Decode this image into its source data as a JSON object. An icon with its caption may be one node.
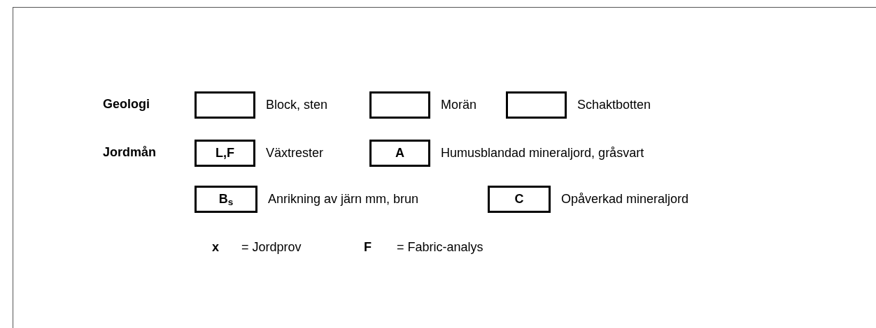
{
  "diagram": {
    "nodes": [
      {
        "text": [],
        "shape": "box",
        "beside": [
          "Block, sten"
        ]
      },
      {
        "text": [],
        "shape": "box",
        "beside": [
          "Morän"
        ]
      },
      {
        "text": [],
        "shape": "box",
        "beside": [
          "Schaktbotten"
        ]
      },
      {
        "text": [
          "L,F"
        ],
        "beside": [
          "Växtrester"
        ]
      },
      {
        "text": [
          "A"
        ],
        "beside": [
          "Humusblandad mineraljord, gråsvart"
        ]
      },
      {
        "text": [
          "B$_{s}$"
        ],
        "beside": [
          "Anrikning av järn mm, brun"
        ]
      },
      {
        "text": [
          "C"
        ],
        "beside": [
          "Opåverkad mineraljord"
        ]
      }
    ],
    "edges": [],
    "labels": [
      "Geologi",
      "Jordmån",
      "x",
      "= Jordprov",
      "F",
      "= Fabric-analys"
    ]
  }
}
